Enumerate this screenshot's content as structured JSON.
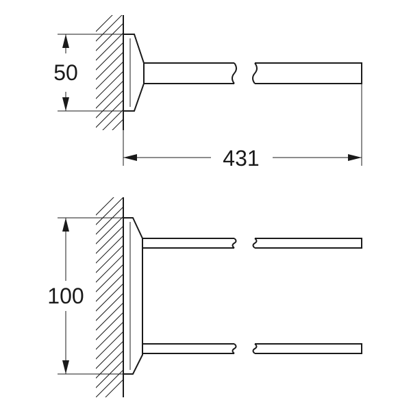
{
  "top_view": {
    "height_dimension": "50",
    "length_dimension": "431"
  },
  "side_view": {
    "spacing_dimension": "100"
  },
  "colors": {
    "line": "#1a1a1a",
    "background": "#ffffff"
  }
}
